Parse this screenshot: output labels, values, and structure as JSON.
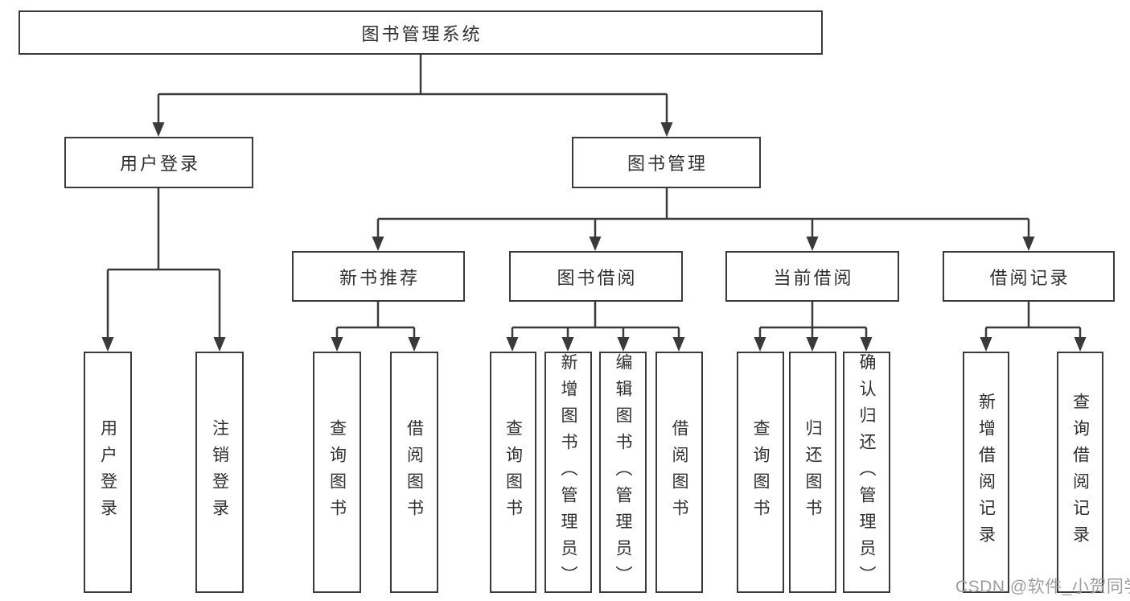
{
  "diagram": {
    "root": {
      "label": "图书管理系统"
    },
    "level2": {
      "user_login": {
        "label": "用户登录"
      },
      "book_mgmt": {
        "label": "图书管理"
      }
    },
    "level3": {
      "new_book_rec": {
        "label": "新书推荐"
      },
      "book_borrow": {
        "label": "图书借阅"
      },
      "current_borrow": {
        "label": "当前借阅"
      },
      "borrow_record": {
        "label": "借阅记录"
      }
    },
    "leaves": {
      "user_login_leaf": {
        "label": "用户登录"
      },
      "logout": {
        "label": "注销登录"
      },
      "query_books_rec": {
        "label": "查询图书"
      },
      "borrow_books_rec": {
        "label": "借阅图书"
      },
      "query_books_borrow": {
        "label": "查询图书"
      },
      "add_books_admin": {
        "label": "新增图书（管理员）"
      },
      "edit_books_admin": {
        "label": "编辑图书（管理员）"
      },
      "borrow_books_borrow": {
        "label": "借阅图书"
      },
      "query_books_current": {
        "label": "查询图书"
      },
      "return_books": {
        "label": "归还图书"
      },
      "confirm_return_admin": {
        "label": "确认归还（管理员）"
      },
      "add_borrow_record": {
        "label": "新增借阅记录"
      },
      "query_borrow_record": {
        "label": "查询借阅记录"
      }
    }
  },
  "watermark": {
    "text": "CSDN @软件_小贺同学"
  },
  "colors": {
    "line": "#3a3a3a",
    "box_border": "#3a3a3a",
    "text": "#2f2f2f",
    "watermark": "#9e9e9e",
    "background": "#ffffff"
  }
}
